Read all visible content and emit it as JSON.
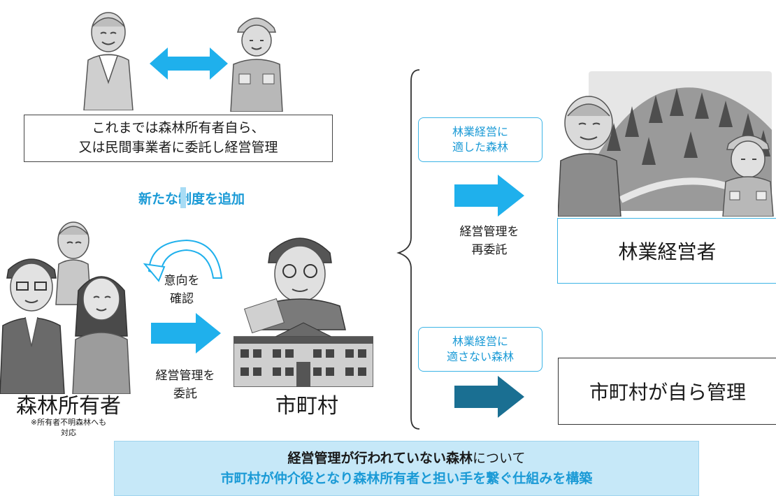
{
  "top": {
    "previous_text_1": "これまでは森林所有者自ら、",
    "previous_text_2": "又は民間事業者に委託し経営管理"
  },
  "added_label": "新たな制度を追加",
  "left": {
    "owners_title": "森林所有者",
    "owners_note_1": "※所有者不明森林へも",
    "owners_note_2": "対応",
    "confirm_1": "意向を",
    "confirm_2": "確認",
    "entrust_1": "経営管理を",
    "entrust_2": "委託",
    "municipality_title": "市町村"
  },
  "right": {
    "suitable_1": "林業経営に",
    "suitable_2": "適した森林",
    "reentrust_1": "経営管理を",
    "reentrust_2": "再委託",
    "forestry_operator": "林業経営者",
    "unsuitable_1": "林業経営に",
    "unsuitable_2": "適さない森林",
    "self_manage": "市町村が自ら管理"
  },
  "bottom": {
    "line1_bold": "経営管理が行われていない森林",
    "line1_rest": "について",
    "line2": "市町村が仲介役となり森林所有者と担い手を繋ぐ仕組みを構築"
  },
  "colors": {
    "arrow_light": "#1fb0ec",
    "arrow_dark": "#1a6f92",
    "accent_text": "#1a9ad6",
    "band_bg": "#c6e8f8"
  }
}
